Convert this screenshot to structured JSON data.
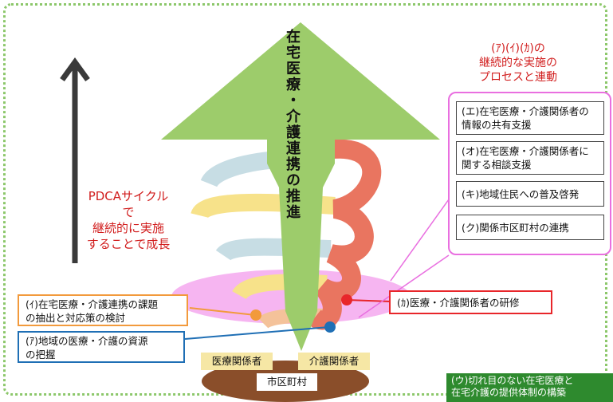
{
  "center_arrow_text": "在宅医療・介護連携の推進",
  "pdca_text": "PDCAサイクルで\n継続的に実施\nすることで成長",
  "process_header": "(ｱ)(ｲ)(ｶ)の\n継続的な実施の\nプロセスと連動",
  "right_panel_items": [
    "(エ)在宅医療・介護関係者の\n情報の共有支援",
    "(オ)在宅医療・介護関係者に\n関する相談支援",
    "(キ)地域住民への普及啓発",
    "(ク)関係市区町村の連携"
  ],
  "box_i": "(ｲ)在宅医療・介護連携の課題\nの抽出と対応策の検討",
  "box_a": "(ｱ)地域の医療・介護の資源\nの把握",
  "box_ka": "(ｶ)医療・介護関係者の研修",
  "label_medical": "医療関係者",
  "label_care": "介護関係者",
  "label_city": "市区町村",
  "footer_text": "(ウ)切れ目のない在宅医療と\n在宅介護の提供体制の構築",
  "colors": {
    "green_arrow": "#9dcc6b",
    "pink": "#e96fe0",
    "red": "#e8262a",
    "orange": "#f29a3c",
    "blue": "#1f6fb5",
    "soil": "#8a4e2a",
    "footer_bg": "#2e8a2e"
  }
}
